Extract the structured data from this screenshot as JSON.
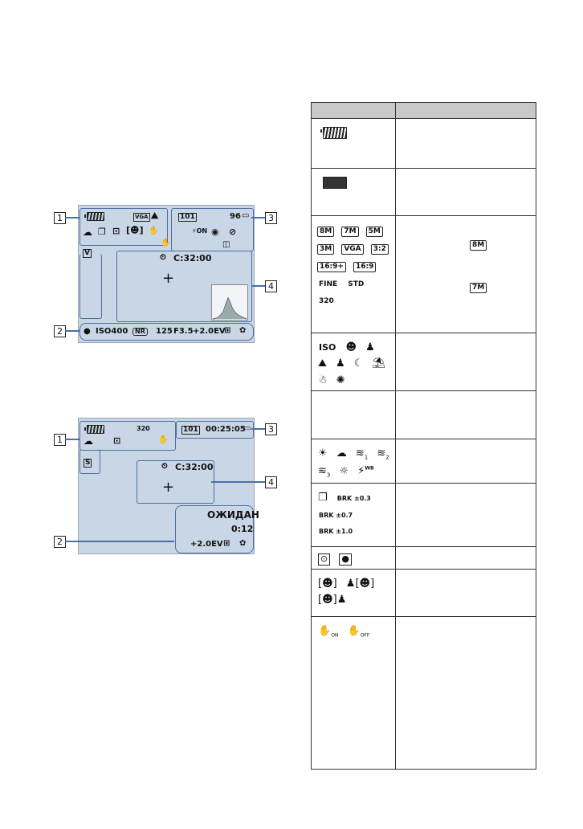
{
  "screen1": {
    "top": {
      "vga": "VGA",
      "folder": "101",
      "count": "96",
      "flash": "ON",
      "focus_timer": "C:32:00"
    },
    "bottom": {
      "iso": "ISO400",
      "nr": "NR",
      "shutter": "125",
      "aperture": "F3.5",
      "ev": "+2.0EV"
    },
    "callouts": [
      "1",
      "2",
      "3",
      "4"
    ]
  },
  "screen2": {
    "top": {
      "quality": "320",
      "folder": "101",
      "time": "00:25:05",
      "focus_timer": "C:32:00"
    },
    "standby_label": "ОЖИДАН",
    "standby_time": "0:12",
    "ev": "+2.0EV",
    "callouts": [
      "1",
      "2",
      "3",
      "4"
    ]
  },
  "table": {
    "rows": [
      {
        "id": "battery-full"
      },
      {
        "id": "battery-empty"
      },
      {
        "id": "image-size",
        "icons": [
          "8M",
          "7M",
          "5M",
          "3M",
          "VGA",
          "3:2",
          "16:9+",
          "16:9",
          "FINE",
          "STD",
          "320"
        ],
        "right_icons": [
          "8M",
          "7M"
        ]
      },
      {
        "id": "scene",
        "icons": [
          "ISO"
        ]
      },
      {
        "id": "blank"
      },
      {
        "id": "white-balance",
        "icons": [
          "1",
          "2",
          "3",
          "WB"
        ]
      },
      {
        "id": "bracket",
        "icons": [
          "BRK ±0.3",
          "BRK ±0.7",
          "BRK ±1.0"
        ]
      },
      {
        "id": "metering"
      },
      {
        "id": "face-detect"
      },
      {
        "id": "steadyshot",
        "icons": [
          "ON",
          "OFF"
        ]
      }
    ]
  }
}
